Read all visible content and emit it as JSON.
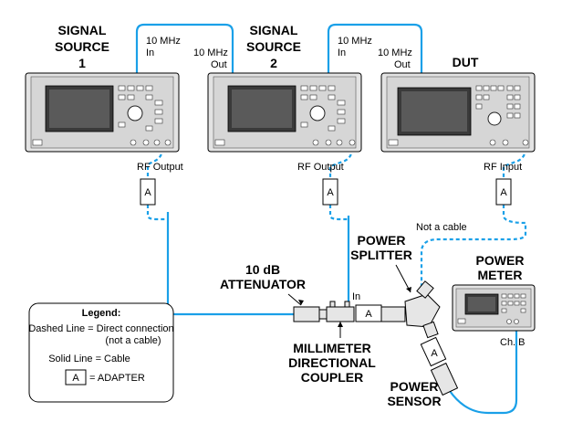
{
  "instruments": {
    "source1": {
      "title_line1": "SIGNAL",
      "title_line2": "SOURCE",
      "title_line3": "1"
    },
    "source2": {
      "title_line1": "SIGNAL",
      "title_line2": "SOURCE",
      "title_line3": "2"
    },
    "dut": {
      "title": "DUT"
    },
    "power_meter": {
      "title_line1": "POWER",
      "title_line2": "METER",
      "channel": "Ch. B"
    }
  },
  "ports": {
    "ten_mhz": "10 MHz",
    "in": "In",
    "out": "Out",
    "rf_output": "RF Output",
    "rf_input": "RF Input"
  },
  "components": {
    "attenuator_line1": "10 dB",
    "attenuator_line2": "ATTENUATOR",
    "splitter_line1": "POWER",
    "splitter_line2": "SPLITTER",
    "coupler_line1": "MILLIMETER",
    "coupler_line2": "DIRECTIONAL",
    "coupler_line3": "COUPLER",
    "coupler_in": "In",
    "sensor_line1": "POWER",
    "sensor_line2": "SENSOR",
    "not_a_cable": "Not a cable",
    "adapter_letter": "A"
  },
  "legend": {
    "title": "Legend:",
    "dashed_line1": "Dashed Line = Direct connection",
    "dashed_line2": "(not a cable)",
    "solid": "Solid Line = Cable",
    "adapter_symbol": "A",
    "adapter_text": "= ADAPTER"
  },
  "colors": {
    "cable": "#1aa0e8",
    "instrument": "#e3e3e3",
    "screen": "#3a3a3a"
  }
}
